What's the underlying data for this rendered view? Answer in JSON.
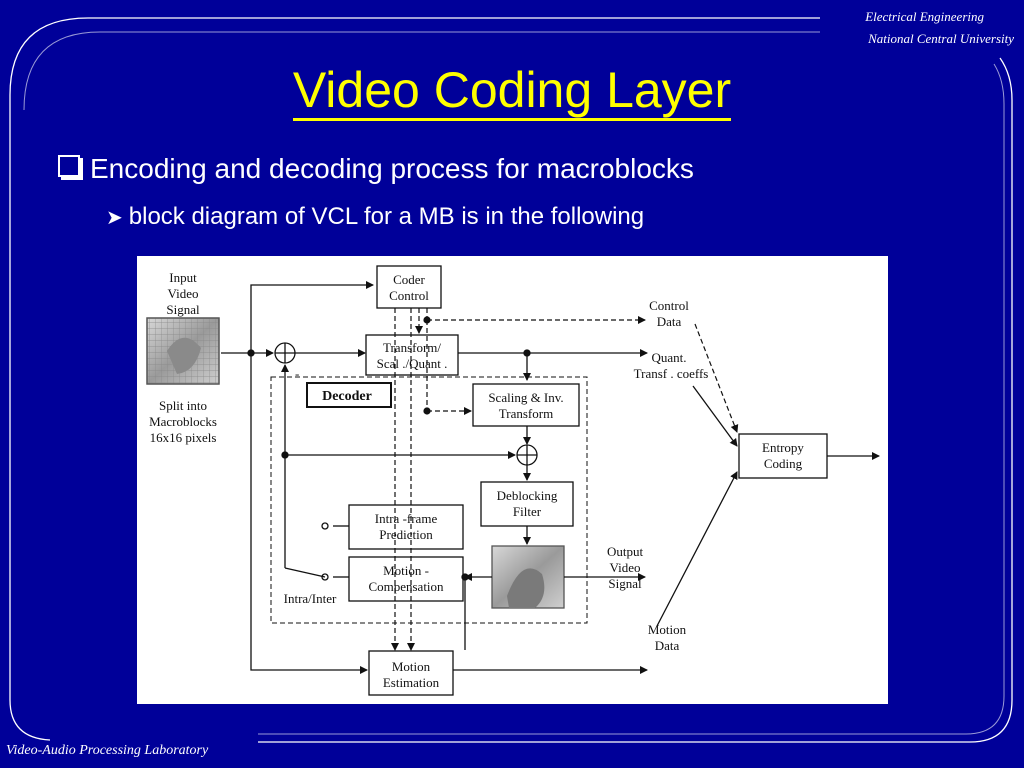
{
  "header": {
    "org_line1": "Electrical Engineering",
    "org_line2": "National Central University"
  },
  "slide": {
    "title": "Video Coding Layer",
    "bullet1": "Encoding and decoding process for macroblocks",
    "bullet2": "block diagram of VCL for a MB is in the following"
  },
  "diagram": {
    "input_label": [
      "Input",
      "Video",
      "Signal"
    ],
    "split_label": [
      "Split  into",
      "Macroblocks",
      "16x16  pixels"
    ],
    "coder_control": [
      "Coder",
      "Control"
    ],
    "control_data": [
      "Control",
      "Data"
    ],
    "transform_quant": [
      "Transform/",
      "Scal ./Quant ."
    ],
    "quant_coeffs": [
      "Quant.",
      "Transf . coeffs"
    ],
    "decoder": "Decoder",
    "scaling_inv": [
      "Scaling & Inv.",
      "Transform"
    ],
    "entropy_coding": [
      "Entropy",
      "Coding"
    ],
    "deblocking": [
      "Deblocking",
      "Filter"
    ],
    "intra_prediction": [
      "Intra -frame",
      "Prediction"
    ],
    "motion_compensation": [
      "Motion -",
      "Compensation"
    ],
    "intra_inter": "Intra/Inter",
    "output_label": [
      "Output",
      "Video",
      "Signal"
    ],
    "motion_data": [
      "Motion",
      "Data"
    ],
    "motion_estimation": [
      "Motion",
      "Estimation"
    ],
    "minus_sign": "-"
  },
  "footer": {
    "lab_name": "Video-Audio Processing Laboratory"
  },
  "colors": {
    "background": "#000099",
    "title": "#ffff00",
    "text": "#ffffff"
  }
}
